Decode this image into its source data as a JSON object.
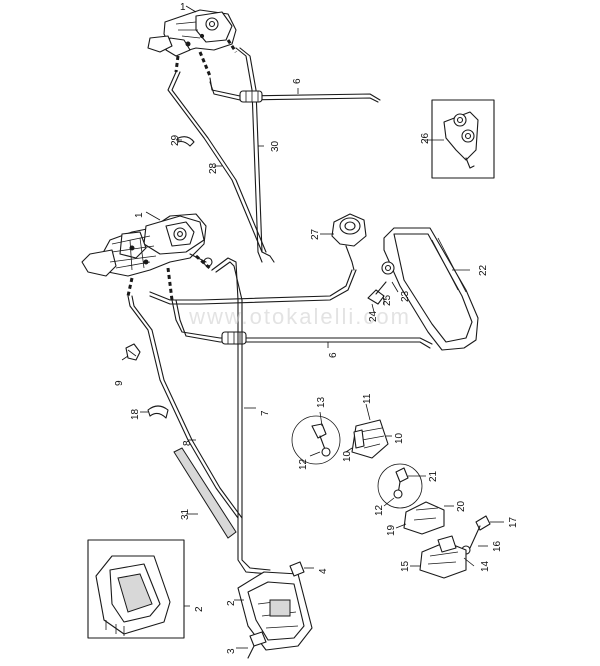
{
  "watermark": "www.otokalelli.com",
  "labels": {
    "l1a": "1",
    "l6a": "6",
    "l26": "26",
    "l29": "29",
    "l30": "30",
    "l28": "28",
    "l1b": "1",
    "l27": "27",
    "l22": "22",
    "l23": "23",
    "l25": "25",
    "l24": "24",
    "l6b": "6",
    "l9": "9",
    "l7": "7",
    "l18": "18",
    "l8": "8",
    "l13": "13",
    "l11": "11",
    "l10a": "10",
    "l10b": "10",
    "l12a": "12",
    "l21": "21",
    "l12b": "12",
    "l20": "20",
    "l19": "19",
    "l17": "17",
    "l16": "16",
    "l14": "14",
    "l15": "15",
    "l31": "31",
    "l4": "4",
    "l2a": "2",
    "l2b": "2",
    "l3": "3"
  }
}
